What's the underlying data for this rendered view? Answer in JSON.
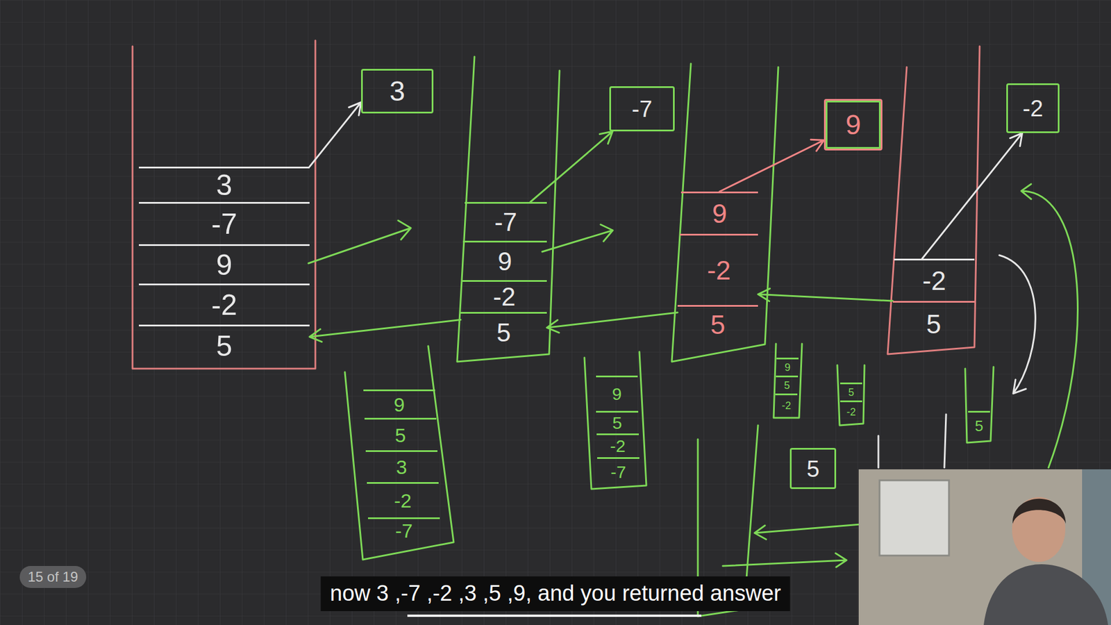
{
  "diagram": {
    "caption": "now 3 ,-7 ,-2 ,3 ,5 ,9, and you returned answer",
    "nodes": [
      {
        "text": [
          "3"
        ]
      },
      {
        "text": [
          "-7"
        ]
      },
      {
        "text": [
          "9"
        ]
      },
      {
        "text": [
          "-2"
        ]
      },
      {
        "text": [
          "5"
        ]
      },
      {
        "text": [
          "3"
        ]
      },
      {
        "text": [
          "-7"
        ]
      },
      {
        "text": [
          "9"
        ]
      },
      {
        "text": [
          "-2"
        ]
      },
      {
        "text": [
          "5"
        ]
      },
      {
        "text": [
          "-7"
        ]
      },
      {
        "text": [
          "9"
        ]
      },
      {
        "text": [
          "-2"
        ]
      },
      {
        "text": [
          "5"
        ]
      },
      {
        "text": [
          "9"
        ]
      },
      {
        "text": [
          "-2"
        ]
      },
      {
        "text": [
          "5"
        ]
      },
      {
        "text": [
          "-2"
        ]
      },
      {
        "text": [
          "9"
        ]
      },
      {
        "text": [
          "5"
        ]
      },
      {
        "text": [
          "3"
        ]
      },
      {
        "text": [
          "-2"
        ]
      },
      {
        "text": [
          "-7"
        ]
      },
      {
        "text": [
          "9"
        ]
      },
      {
        "text": [
          "5"
        ]
      },
      {
        "text": [
          "-2"
        ]
      },
      {
        "text": [
          "-7"
        ]
      },
      {
        "text": [
          "9"
        ]
      },
      {
        "text": [
          "5"
        ]
      },
      {
        "text": [
          "-2"
        ]
      },
      {
        "text": [
          "5"
        ]
      },
      {
        "text": [
          "-2"
        ]
      },
      {
        "text": [
          "5"
        ]
      },
      {
        "text": [
          "5"
        ]
      }
    ],
    "edges": [
      {
        "from": 0,
        "to": 5,
        "arrow": "to"
      },
      {
        "from": 6,
        "to": 10,
        "arrow": "to"
      },
      {
        "from": 11,
        "to": 14,
        "arrow": "to"
      },
      {
        "from": 15,
        "to": 17,
        "arrow": "to"
      },
      {
        "from": 9,
        "to": 4,
        "arrow": "to"
      },
      {
        "from": 13,
        "to": 9,
        "arrow": "to"
      },
      {
        "from": 16,
        "to": 12,
        "arrow": "to"
      }
    ],
    "labels": [
      "15 of 19"
    ]
  }
}
